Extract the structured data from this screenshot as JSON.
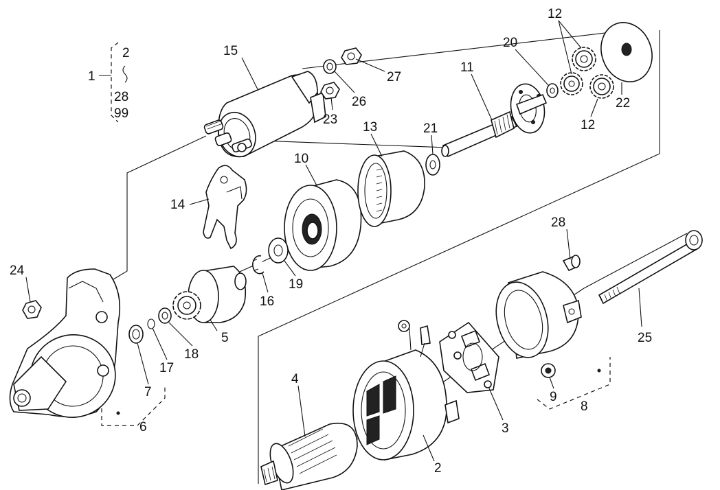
{
  "labels": {
    "l1": "1",
    "l2": "2",
    "l2b": "2",
    "l3": "3",
    "l4": "4",
    "l5": "5",
    "l6": "6",
    "l7": "7",
    "l8": "8",
    "l9": "9",
    "l10": "10",
    "l11": "11",
    "l12a": "12",
    "l12b": "12",
    "l13": "13",
    "l14": "14",
    "l15": "15",
    "l16": "16",
    "l17": "17",
    "l18": "18",
    "l19": "19",
    "l20": "20",
    "l21": "21",
    "l22": "22",
    "l23": "23",
    "l24": "24",
    "l25": "25",
    "l26": "26",
    "l27": "27",
    "l28": "28",
    "l28b": "28",
    "l99": "99"
  }
}
